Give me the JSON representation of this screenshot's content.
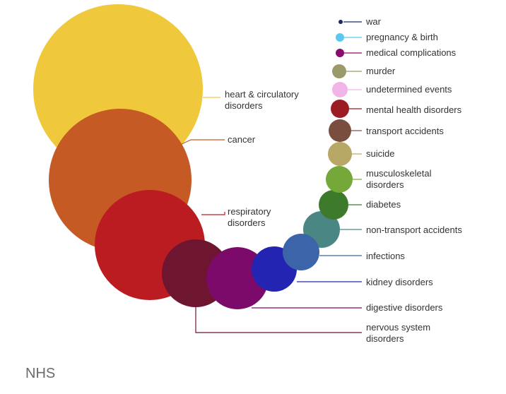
{
  "source": "NHS",
  "chart_data": {
    "type": "bubble",
    "items": [
      {
        "label": [
          "war"
        ],
        "color": "#1a2a5e"
      },
      {
        "label": [
          "pregnancy & birth"
        ],
        "color": "#5bc8ef"
      },
      {
        "label": [
          "medical complications"
        ],
        "color": "#8a0a6e"
      },
      {
        "label": [
          "murder"
        ],
        "color": "#9a9a6a"
      },
      {
        "label": [
          "undetermined events"
        ],
        "color": "#f0b4e6"
      },
      {
        "label": [
          "mental health disorders"
        ],
        "color": "#9c1c24"
      },
      {
        "label": [
          "transport accidents"
        ],
        "color": "#7a4e3e"
      },
      {
        "label": [
          "suicide"
        ],
        "color": "#b8a866"
      },
      {
        "label": [
          "musculoskeletal",
          "disorders"
        ],
        "color": "#74a838"
      },
      {
        "label": [
          "diabetes"
        ],
        "color": "#3e7a2c"
      },
      {
        "label": [
          "non-transport accidents"
        ],
        "color": "#4a8684"
      },
      {
        "label": [
          "infections"
        ],
        "color": "#3c64a8"
      },
      {
        "label": [
          "kidney disorders"
        ],
        "color": "#2424b2"
      },
      {
        "label": [
          "digestive disorders"
        ],
        "color": "#7c0a6a"
      },
      {
        "label": [
          "nervous system",
          "disorders"
        ],
        "color": "#6e1630"
      },
      {
        "label": [
          "respiratory",
          "disorders"
        ],
        "color": "#ba1c22"
      },
      {
        "label": [
          "cancer"
        ],
        "color": "#c65a24"
      },
      {
        "label": [
          "heart & circulatory",
          "disorders"
        ],
        "color": "#f0c83c"
      }
    ]
  }
}
